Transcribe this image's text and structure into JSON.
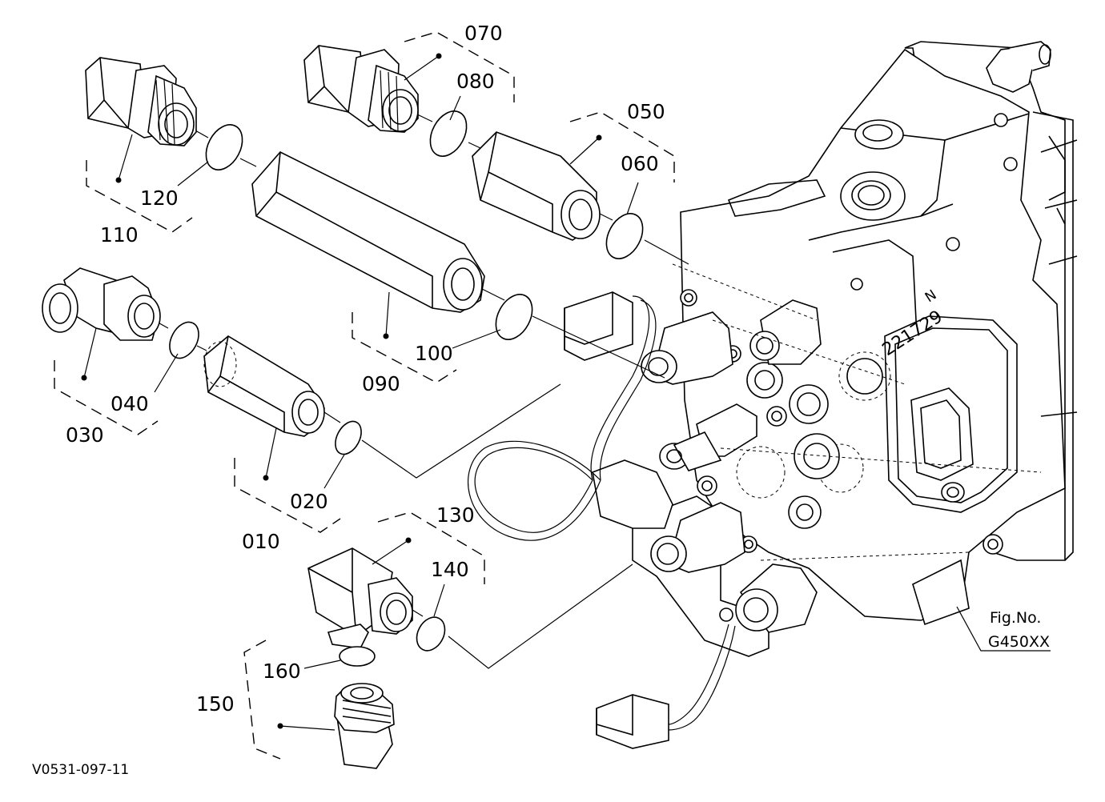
{
  "parts": [
    {
      "id": "p070",
      "label": "070"
    },
    {
      "id": "p080",
      "label": "080"
    },
    {
      "id": "p050",
      "label": "050"
    },
    {
      "id": "p060",
      "label": "060"
    },
    {
      "id": "p120",
      "label": "120"
    },
    {
      "id": "p110",
      "label": "110"
    },
    {
      "id": "p030",
      "label": "030"
    },
    {
      "id": "p040",
      "label": "040"
    },
    {
      "id": "p100",
      "label": "100"
    },
    {
      "id": "p090",
      "label": "090"
    },
    {
      "id": "p010",
      "label": "010"
    },
    {
      "id": "p020",
      "label": "020"
    },
    {
      "id": "p130",
      "label": "130"
    },
    {
      "id": "p140",
      "label": "140"
    },
    {
      "id": "p160",
      "label": "160"
    },
    {
      "id": "p150",
      "label": "150"
    }
  ],
  "casting_mark": "221729",
  "casting_mark_small": "N",
  "figure": {
    "caption": "Fig.No.",
    "number": "G450XX"
  },
  "drawing_id": "V0531-097-11"
}
